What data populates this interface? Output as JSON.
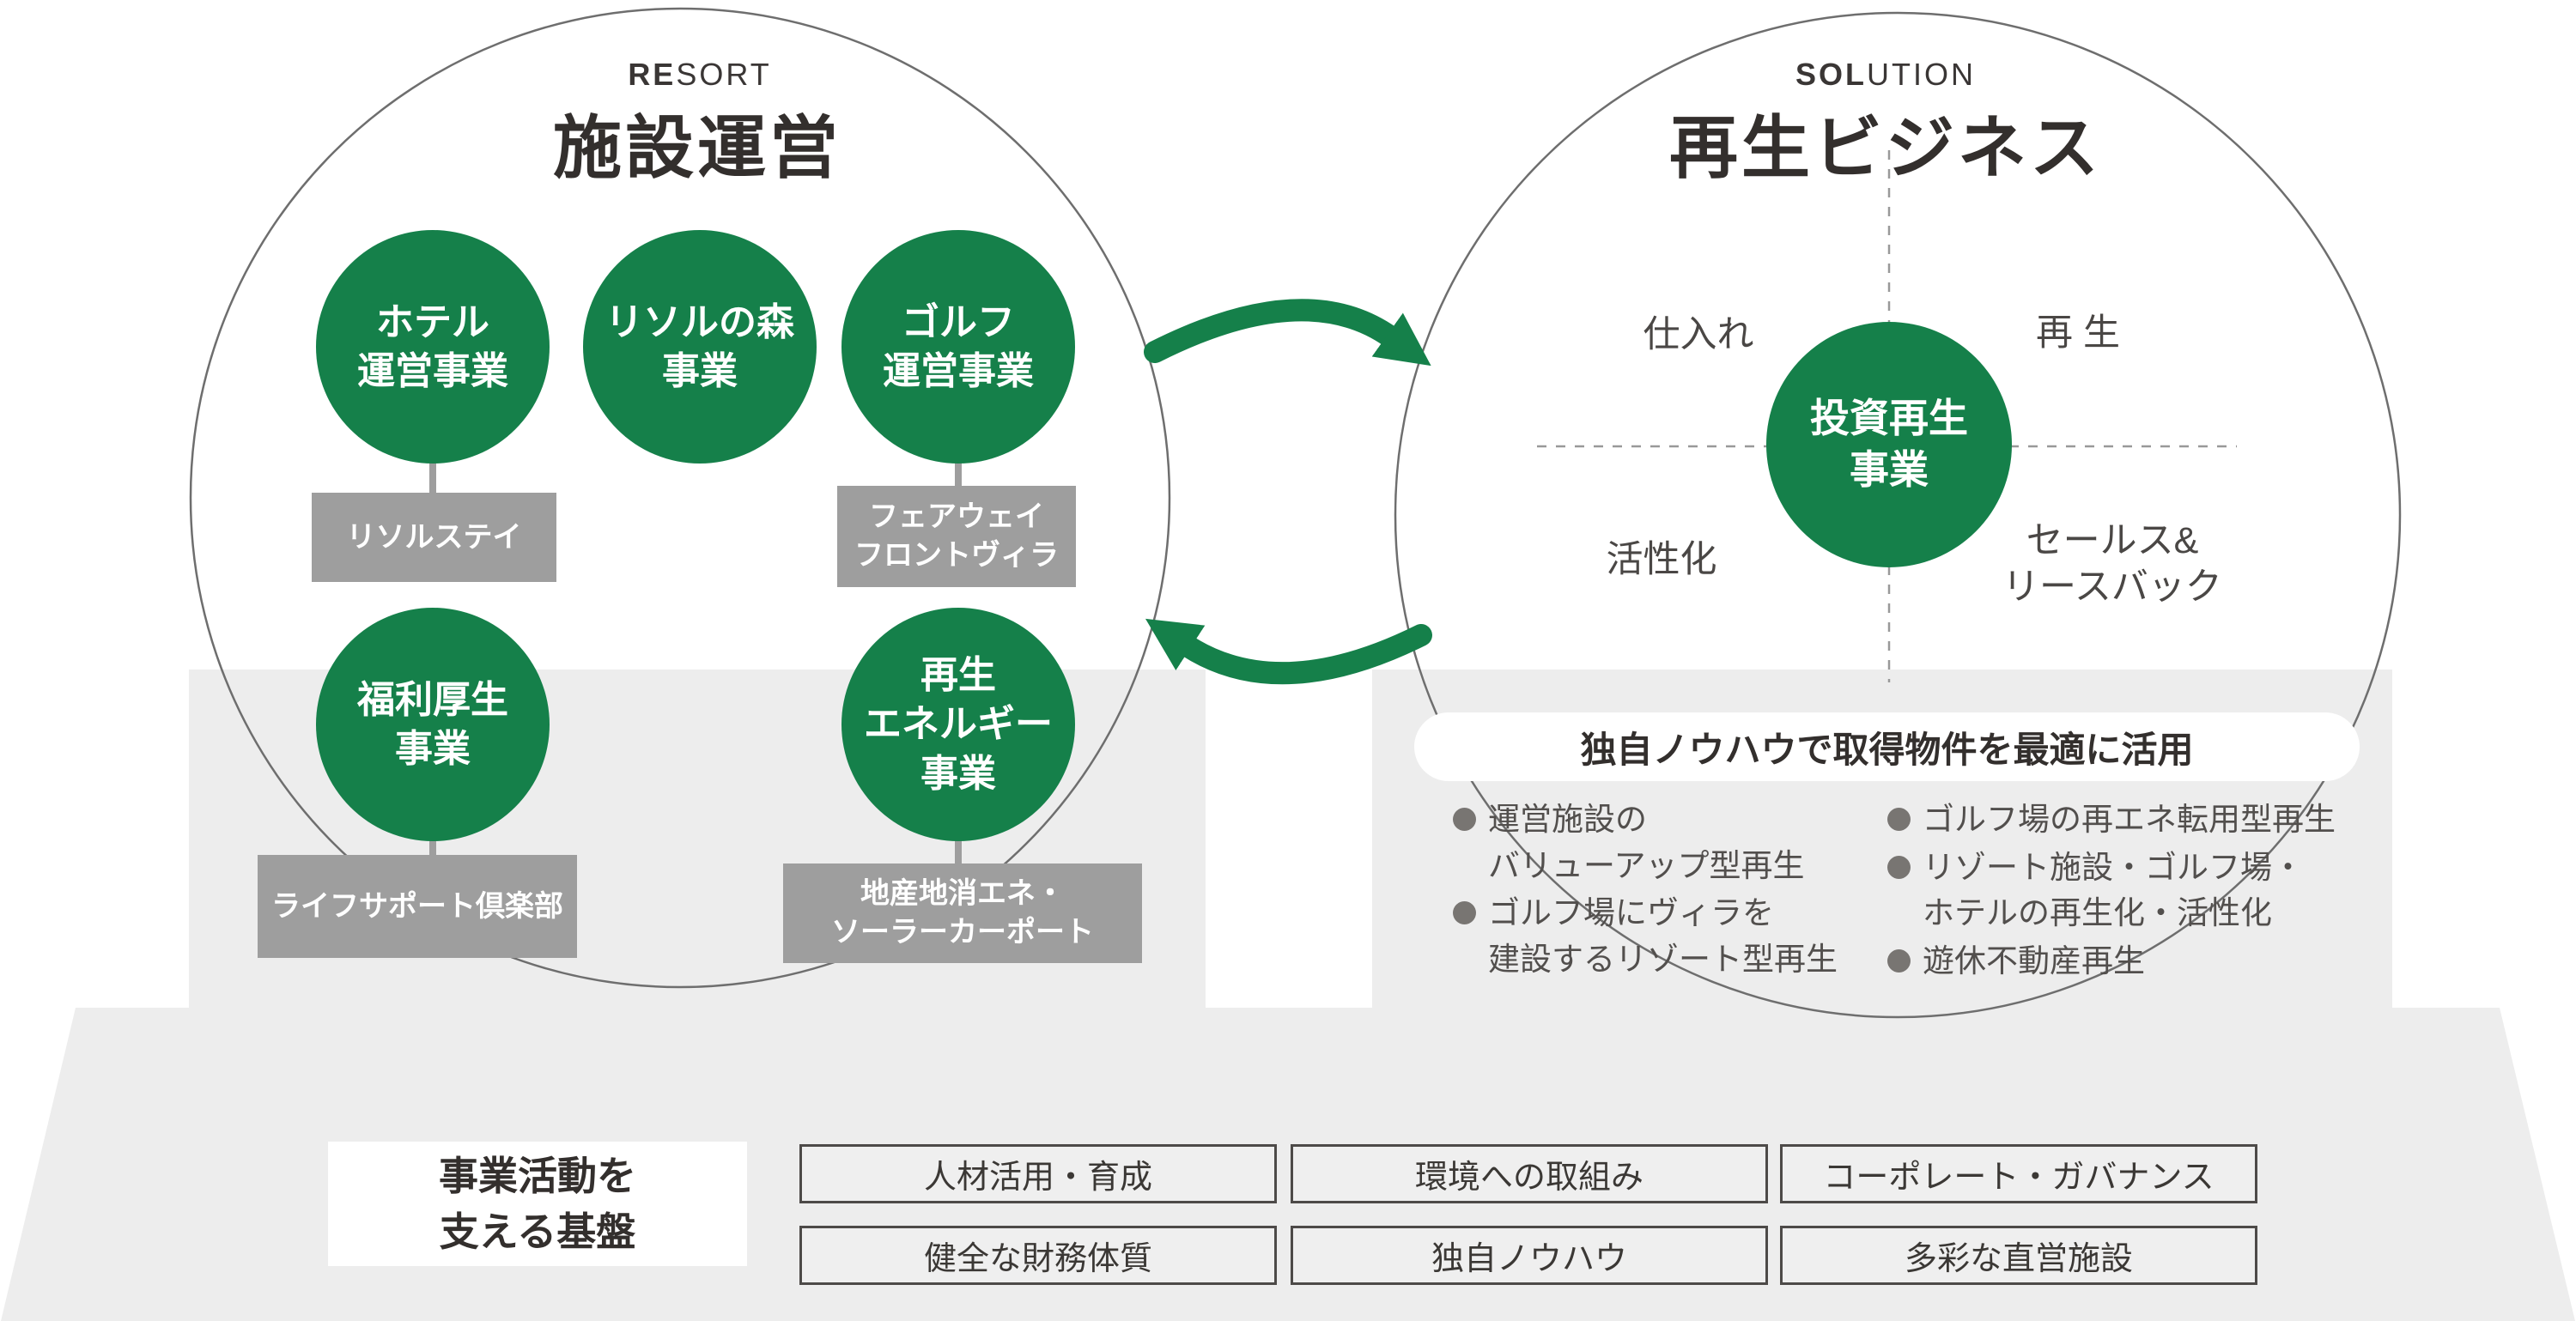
{
  "colors": {
    "green": "#15804a",
    "band_gray": "#ededed",
    "label_box_gray": "#9e9e9e",
    "circle_outline_gray": "#6e6e6e",
    "dark_text": "#332f2d",
    "box_border": "#4d4a48"
  },
  "resort": {
    "tag_bold": "RE",
    "tag_rest": "SORT",
    "title": "施設運営",
    "businesses": [
      {
        "label": "ホテル\n運営事業",
        "sub": "リソルステイ"
      },
      {
        "label": "リソルの森\n事業",
        "sub": ""
      },
      {
        "label": "ゴルフ\n運営事業",
        "sub": "フェアウェイ\nフロントヴィラ"
      },
      {
        "label": "福利厚生\n事業",
        "sub": "ライフサポート倶楽部"
      },
      {
        "label": "再生\nエネルギー\n事業",
        "sub": "地産地消エネ・\nソーラーカーポート"
      }
    ]
  },
  "solution": {
    "tag_bold": "SOL",
    "tag_rest": "UTION",
    "title": "再生ビジネス",
    "center_circle": "投資再生\n事業",
    "quadrants": [
      "仕入れ",
      "再 生",
      "活性化",
      "セールス&\nリースバック"
    ],
    "banner": "独自ノウハウで取得物件を最適に活用",
    "bullets_left": [
      "運営施設の\nバリューアップ型再生",
      "ゴルフ場にヴィラを\n建設するリゾート型再生"
    ],
    "bullets_right": [
      "ゴルフ場の再エネ転用型再生",
      "リゾート施設・ゴルフ場・\nホテルの再生化・活性化",
      "遊休不動産再生"
    ]
  },
  "foundation": {
    "title": "事業活動を\n支える基盤",
    "items": [
      "人材活用・育成",
      "環境への取組み",
      "コーポレート・ガバナンス",
      "健全な財務体質",
      "独自ノウハウ",
      "多彩な直営施設"
    ]
  }
}
